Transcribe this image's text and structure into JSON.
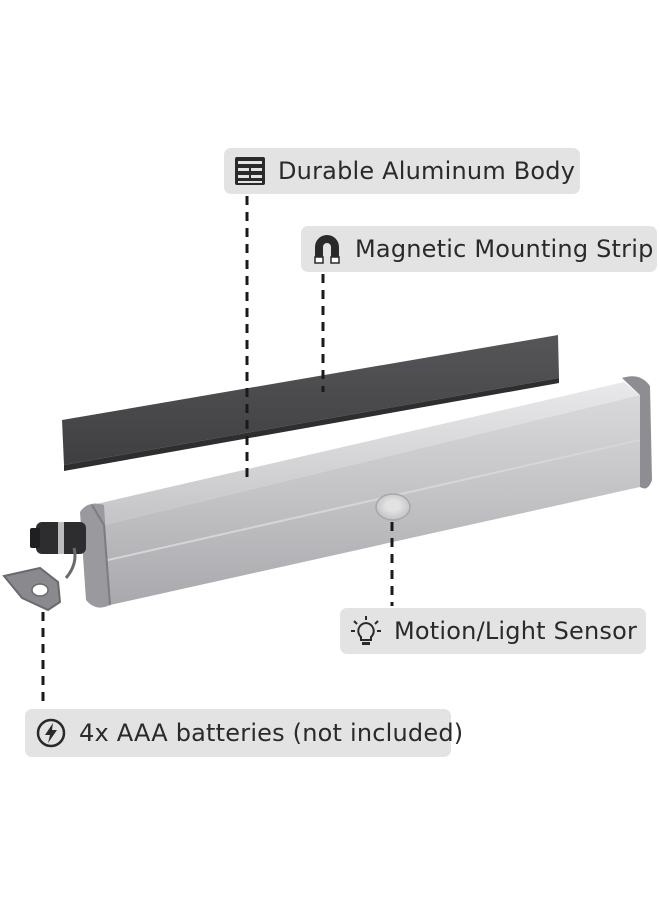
{
  "callouts": {
    "body": {
      "label": "Durable Aluminum Body",
      "icon": "aluminum-profile-icon"
    },
    "strip": {
      "label": "Magnetic Mounting Strip",
      "icon": "magnet-icon"
    },
    "sensor": {
      "label": "Motion/Light Sensor",
      "icon": "light-bulb-icon"
    },
    "batteries": {
      "label": "4x AAA batteries (not included)",
      "icon": "lightning-icon"
    }
  },
  "colors": {
    "callout_bg": "#e3e3e3",
    "strip": "#4a4a4e",
    "aluminum": "#c9c9cc",
    "end_cap": "#8c8c8f"
  }
}
